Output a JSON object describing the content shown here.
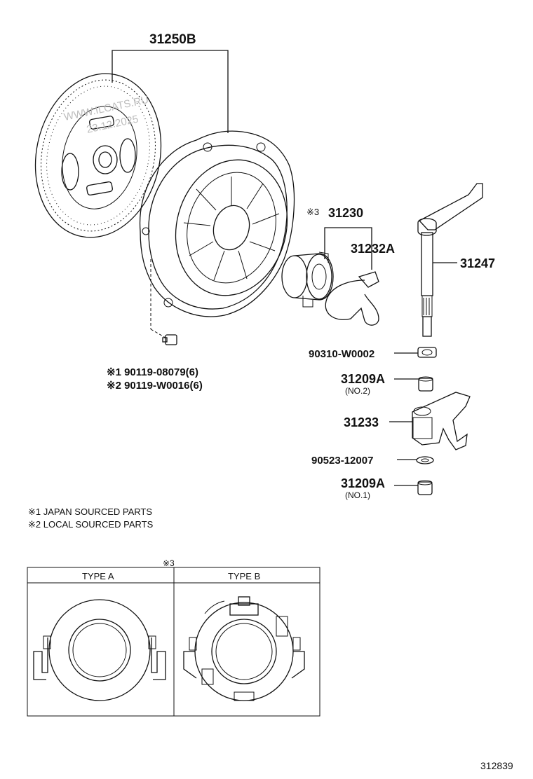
{
  "parts": {
    "disc_assembly": "31250B",
    "release_bearing_mark": "※3",
    "release_bearing": "31230",
    "clip": "31232A",
    "shaft": "31247",
    "bolt_japan": "※1  90119-08079(6)",
    "bolt_local": "※2  90119-W0016(6)",
    "seal": "90310-W0002",
    "bushing_no2": "31209A",
    "bushing_no2_note": "(NO.2)",
    "fork": "31233",
    "washer": "90523-12007",
    "bushing_no1": "31209A",
    "bushing_no1_note": "(NO.1)"
  },
  "notes": {
    "note1": "※1 JAPAN SOURCED PARTS",
    "note2": "※2 LOCAL SOURCED PARTS"
  },
  "table": {
    "mark": "※3",
    "col_a": "TYPE A",
    "col_b": "TYPE B"
  },
  "watermark": {
    "line1": "WWW.ILCATS.RU",
    "line2": "23.12.2025"
  },
  "diagram_id": "312839"
}
